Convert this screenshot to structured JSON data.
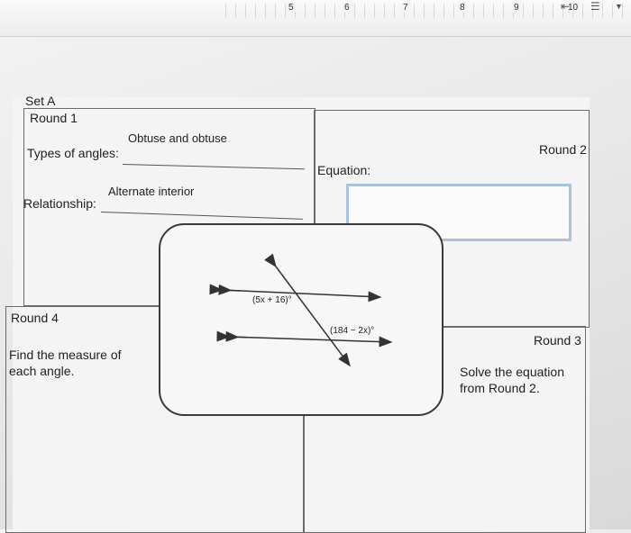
{
  "ruler": {
    "numbers": [
      "5",
      "6",
      "7",
      "8",
      "9",
      "10"
    ]
  },
  "worksheet": {
    "set_title": "Set A",
    "round1": {
      "label": "Round 1",
      "types_label": "Types of angles:",
      "types_answer": "Obtuse and obtuse",
      "relationship_label": "Relationship:",
      "relationship_answer": "Alternate interior"
    },
    "round2": {
      "label": "Round 2",
      "equation_label": "Equation:"
    },
    "center": {
      "angle1": "(5x + 16)°",
      "angle2": "(184 − 2x)°"
    },
    "round3": {
      "label": "Round 3",
      "instruction_line1": "Solve the equation",
      "instruction_line2": "from Round 2."
    },
    "round4": {
      "label": "Round 4",
      "instruction_line1": "Find the measure of",
      "instruction_line2": "each angle."
    }
  },
  "colors": {
    "equation_box_border": "#a9c2df",
    "grid_line": "#6b6b6b"
  }
}
